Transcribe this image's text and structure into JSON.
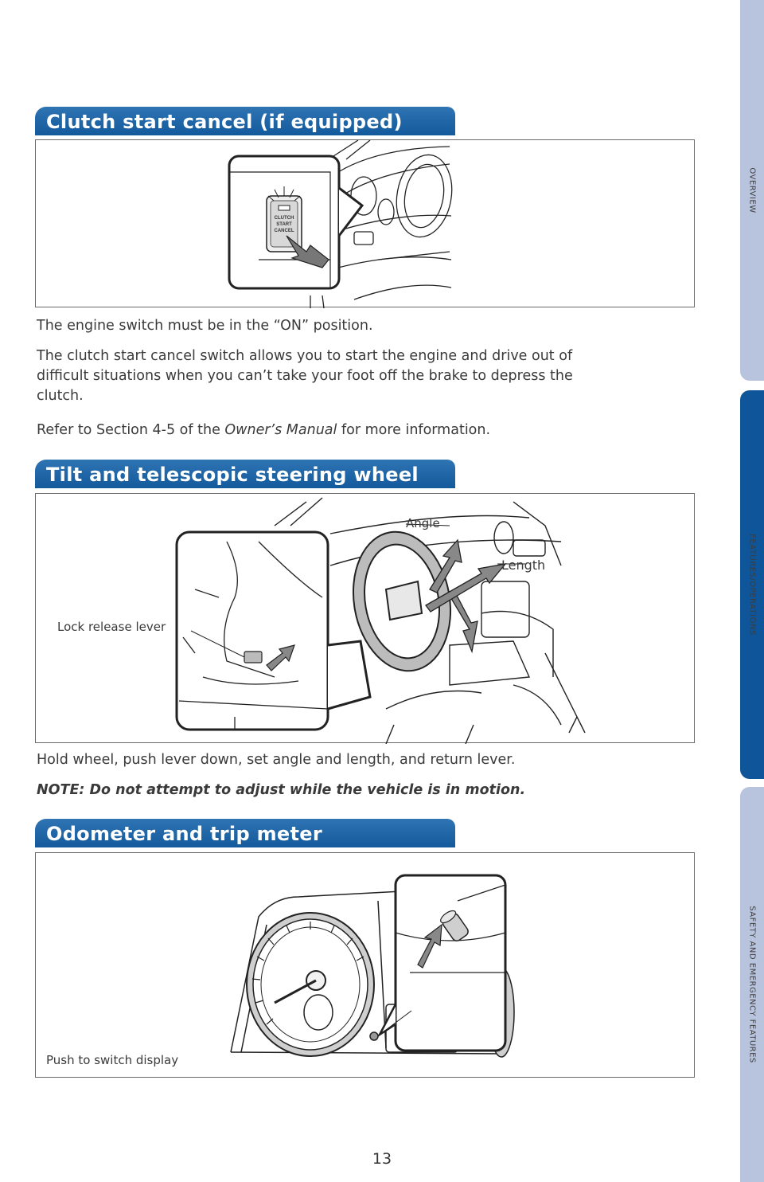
{
  "sidebar": {
    "overview": "OVERVIEW",
    "features": "FEATURES/OPERATIONS",
    "safety": "SAFETY AND EMERGENCY FEATURES"
  },
  "sections": {
    "clutch": {
      "title": "Clutch start cancel (if equipped)",
      "switch_label": [
        "CLUTCH",
        "START",
        "CANCEL"
      ],
      "para1": "The engine switch must be in the “ON” position.",
      "para2_line1": "The clutch start cancel switch allows you to start the engine and drive out of",
      "para2_line2": "difficult situations when you can’t take your foot off the brake to depress the",
      "para2_line3": "clutch.",
      "para3_pre": "Refer to Section 4-5 of the ",
      "para3_em": "Owner’s Manual",
      "para3_post": " for more information."
    },
    "tilt": {
      "title": "Tilt and telescopic steering wheel",
      "callout_lever": "Lock release lever",
      "callout_angle": "Angle",
      "callout_length": "Length",
      "para1": "Hold wheel, push lever down, set angle and length, and return lever.",
      "note": "NOTE: Do not attempt to adjust while the vehicle is in motion."
    },
    "odometer": {
      "title": "Odometer and trip meter",
      "callout_push": "Push to switch display"
    }
  },
  "page_number": "13",
  "colors": {
    "header_blue": "#135a9c",
    "tab_active": "#0f5599",
    "tab_inactive": "#b8c3de"
  }
}
